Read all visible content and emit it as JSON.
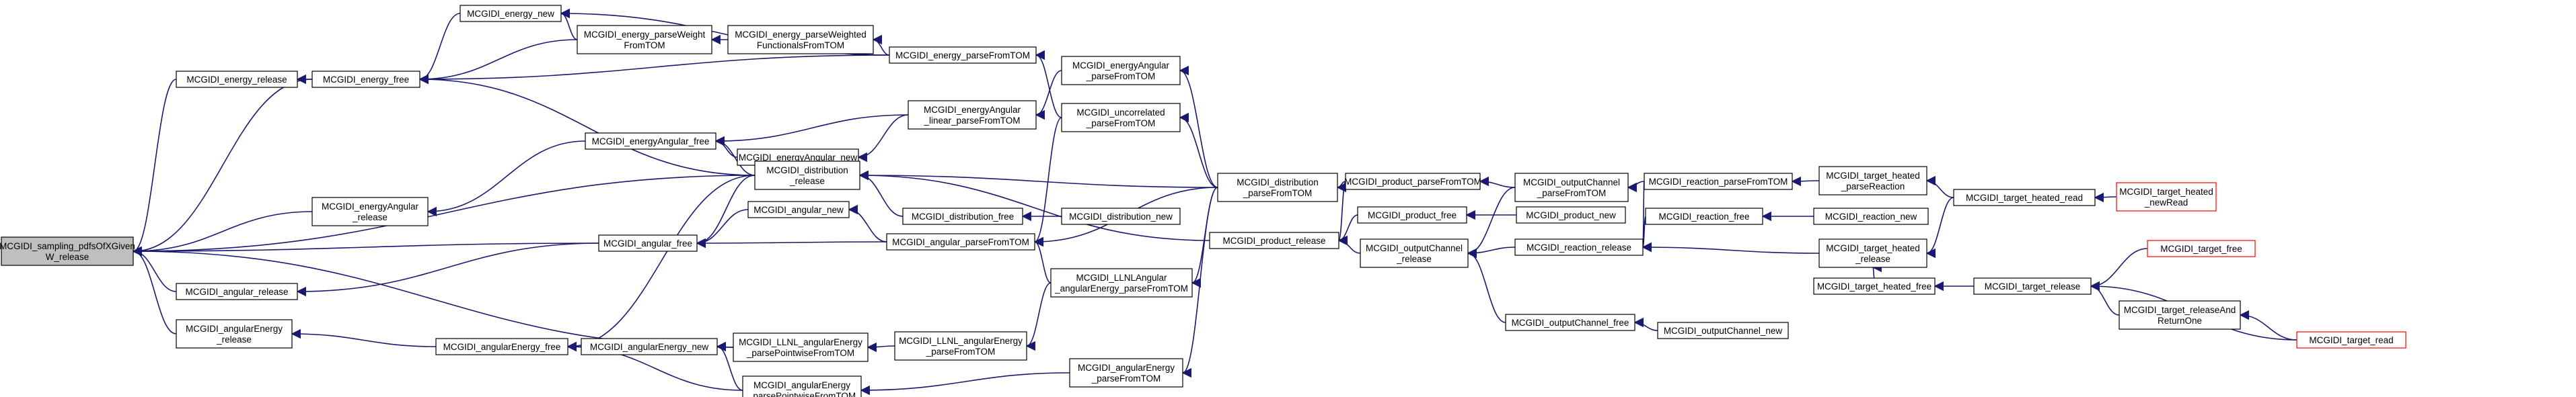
{
  "graph": {
    "colors": {
      "edge": "#191970",
      "node_border": "#000000",
      "node_fill": "#ffffff",
      "root_fill": "#bfbfbf",
      "truncated_border": "#ff0000"
    },
    "nodes": {
      "n_root": {
        "lines": [
          "MCGIDI_sampling_pdfsOfXGiven",
          "W_release"
        ],
        "root": true
      },
      "n_energy_release": {
        "lines": [
          "MCGIDI_energy_release"
        ]
      },
      "n_energyAngular_release": {
        "lines": [
          "MCGIDI_energyAngular",
          "_release"
        ]
      },
      "n_angular_release": {
        "lines": [
          "MCGIDI_angular_release"
        ]
      },
      "n_angularEnergy_release": {
        "lines": [
          "MCGIDI_angularEnergy",
          "_release"
        ]
      },
      "n_energy_new": {
        "lines": [
          "MCGIDI_energy_new"
        ]
      },
      "n_energy_free": {
        "lines": [
          "MCGIDI_energy_free"
        ]
      },
      "n_energy_parseWeightFromTOM": {
        "lines": [
          "MCGIDI_energy_parseWeight",
          "FromTOM"
        ]
      },
      "n_energy_parseWeightedFunctionals": {
        "lines": [
          "MCGIDI_energy_parseWeighted",
          "FunctionalsFromTOM"
        ]
      },
      "n_energy_parseFromTOM": {
        "lines": [
          "MCGIDI_energy_parseFromTOM"
        ]
      },
      "n_energyAngular_free": {
        "lines": [
          "MCGIDI_energyAngular_free"
        ]
      },
      "n_energyAngular_new": {
        "lines": [
          "MCGIDI_energyAngular_new"
        ]
      },
      "n_energyAngular_linear_parse": {
        "lines": [
          "MCGIDI_energyAngular",
          "_linear_parseFromTOM"
        ]
      },
      "n_energyAngular_parseFromTOM": {
        "lines": [
          "MCGIDI_energyAngular",
          "_parseFromTOM"
        ]
      },
      "n_uncorrelated_parseFromTOM": {
        "lines": [
          "MCGIDI_uncorrelated",
          "_parseFromTOM"
        ]
      },
      "n_distribution_release": {
        "lines": [
          "MCGIDI_distribution",
          "_release"
        ]
      },
      "n_distribution_free": {
        "lines": [
          "MCGIDI_distribution_free"
        ]
      },
      "n_distribution_new": {
        "lines": [
          "MCGIDI_distribution_new"
        ]
      },
      "n_distribution_parseFromTOM": {
        "lines": [
          "MCGIDI_distribution",
          "_parseFromTOM"
        ]
      },
      "n_angular_free": {
        "lines": [
          "MCGIDI_angular_free"
        ]
      },
      "n_angular_new": {
        "lines": [
          "MCGIDI_angular_new"
        ]
      },
      "n_angular_parseFromTOM": {
        "lines": [
          "MCGIDI_angular_parseFromTOM"
        ]
      },
      "n_LLNLAngular": {
        "lines": [
          "MCGIDI_LLNLAngular",
          "_angularEnergy_parseFromTOM"
        ]
      },
      "n_product_release": {
        "lines": [
          "MCGIDI_product_release"
        ]
      },
      "n_product_parseFromTOM": {
        "lines": [
          "MCGIDI_product_parseFromTOM"
        ]
      },
      "n_product_free": {
        "lines": [
          "MCGIDI_product_free"
        ]
      },
      "n_product_new": {
        "lines": [
          "MCGIDI_product_new"
        ]
      },
      "n_outputChannel_parseFromTOM": {
        "lines": [
          "MCGIDI_outputChannel",
          "_parseFromTOM"
        ]
      },
      "n_outputChannel_release": {
        "lines": [
          "MCGIDI_outputChannel",
          "_release"
        ]
      },
      "n_outputChannel_free": {
        "lines": [
          "MCGIDI_outputChannel_free"
        ]
      },
      "n_outputChannel_new": {
        "lines": [
          "MCGIDI_outputChannel_new"
        ]
      },
      "n_reaction_parseFromTOM": {
        "lines": [
          "MCGIDI_reaction_parseFromTOM"
        ]
      },
      "n_reaction_release": {
        "lines": [
          "MCGIDI_reaction_release"
        ]
      },
      "n_reaction_free": {
        "lines": [
          "MCGIDI_reaction_free"
        ]
      },
      "n_reaction_new": {
        "lines": [
          "MCGIDI_reaction_new"
        ]
      },
      "n_target_heated_parseReaction": {
        "lines": [
          "MCGIDI_target_heated",
          "_parseReaction"
        ]
      },
      "n_target_heated_release": {
        "lines": [
          "MCGIDI_target_heated",
          "_release"
        ]
      },
      "n_target_heated_free": {
        "lines": [
          "MCGIDI_target_heated_free"
        ]
      },
      "n_target_heated_read": {
        "lines": [
          "MCGIDI_target_heated_read"
        ]
      },
      "n_target_heated_newRead": {
        "lines": [
          "MCGIDI_target_heated",
          "_newRead"
        ],
        "truncated": true
      },
      "n_target_release": {
        "lines": [
          "MCGIDI_target_release"
        ]
      },
      "n_target_free": {
        "lines": [
          "MCGIDI_target_free"
        ],
        "truncated": true
      },
      "n_target_releaseAndReturnOne": {
        "lines": [
          "MCGIDI_target_releaseAnd",
          "ReturnOne"
        ]
      },
      "n_target_read": {
        "lines": [
          "MCGIDI_target_read"
        ],
        "truncated": true
      },
      "n_angularEnergy_free": {
        "lines": [
          "MCGIDI_angularEnergy_free"
        ]
      },
      "n_angularEnergy_new": {
        "lines": [
          "MCGIDI_angularEnergy_new"
        ]
      },
      "n_LLNL_angularEnergy_parsePointwise": {
        "lines": [
          "MCGIDI_LLNL_angularEnergy",
          "_parsePointwiseFromTOM"
        ]
      },
      "n_LLNL_angularEnergy_parseFromTOM": {
        "lines": [
          "MCGIDI_LLNL_angularEnergy",
          "_parseFromTOM"
        ]
      },
      "n_angularEnergy_parsePointwise": {
        "lines": [
          "MCGIDI_angularEnergy",
          "_parsePointwiseFromTOM"
        ]
      },
      "n_angularEnergy_parseFromTOM": {
        "lines": [
          "MCGIDI_angularEnergy",
          "_parseFromTOM"
        ]
      }
    },
    "edges": [
      [
        "n_energy_release",
        "n_root"
      ],
      [
        "n_energyAngular_release",
        "n_root"
      ],
      [
        "n_angular_release",
        "n_root"
      ],
      [
        "n_angularEnergy_release",
        "n_root"
      ],
      [
        "n_energy_free",
        "n_root"
      ],
      [
        "n_angular_free",
        "n_root"
      ],
      [
        "n_LLNL_angularEnergy_parsePointwise",
        "n_root"
      ],
      [
        "n_distribution_release",
        "n_root"
      ],
      [
        "n_energy_free",
        "n_energy_release"
      ],
      [
        "n_energy_new",
        "n_energy_free"
      ],
      [
        "n_energy_parseWeightFromTOM",
        "n_energy_free"
      ],
      [
        "n_energy_parseFromTOM",
        "n_energy_free"
      ],
      [
        "n_distribution_release",
        "n_energy_free"
      ],
      [
        "n_energy_parseWeightFromTOM",
        "n_energy_new"
      ],
      [
        "n_energy_parseFromTOM",
        "n_energy_new"
      ],
      [
        "n_energy_parseWeightedFunctionals",
        "n_energy_parseWeightFromTOM"
      ],
      [
        "n_energy_parseFromTOM",
        "n_energy_parseWeightedFunctionals"
      ],
      [
        "n_uncorrelated_parseFromTOM",
        "n_energy_parseFromTOM"
      ],
      [
        "n_energyAngular_free",
        "n_energyAngular_release"
      ],
      [
        "n_energyAngular_new",
        "n_energyAngular_free"
      ],
      [
        "n_energyAngular_linear_parse",
        "n_energyAngular_free"
      ],
      [
        "n_distribution_release",
        "n_energyAngular_free"
      ],
      [
        "n_energyAngular_linear_parse",
        "n_energyAngular_new"
      ],
      [
        "n_energyAngular_parseFromTOM",
        "n_energyAngular_linear_parse"
      ],
      [
        "n_distribution_parseFromTOM",
        "n_energyAngular_parseFromTOM"
      ],
      [
        "n_distribution_parseFromTOM",
        "n_uncorrelated_parseFromTOM"
      ],
      [
        "n_distribution_free",
        "n_distribution_release"
      ],
      [
        "n_distribution_parseFromTOM",
        "n_distribution_release"
      ],
      [
        "n_product_release",
        "n_distribution_release"
      ],
      [
        "n_distribution_new",
        "n_distribution_free"
      ],
      [
        "n_product_parseFromTOM",
        "n_distribution_parseFromTOM"
      ],
      [
        "n_angular_free",
        "n_angular_release"
      ],
      [
        "n_angular_new",
        "n_angular_free"
      ],
      [
        "n_angular_parseFromTOM",
        "n_angular_free"
      ],
      [
        "n_distribution_release",
        "n_angular_free"
      ],
      [
        "n_angular_parseFromTOM",
        "n_angular_new"
      ],
      [
        "n_LLNLAngular",
        "n_angular_parseFromTOM"
      ],
      [
        "n_distribution_parseFromTOM",
        "n_angular_parseFromTOM"
      ],
      [
        "n_uncorrelated_parseFromTOM",
        "n_angular_parseFromTOM"
      ],
      [
        "n_distribution_parseFromTOM",
        "n_LLNLAngular"
      ],
      [
        "n_outputChannel_release",
        "n_product_release"
      ],
      [
        "n_product_parseFromTOM",
        "n_product_release"
      ],
      [
        "n_product_free",
        "n_product_release"
      ],
      [
        "n_outputChannel_parseFromTOM",
        "n_product_parseFromTOM"
      ],
      [
        "n_product_new",
        "n_product_free"
      ],
      [
        "n_reaction_parseFromTOM",
        "n_outputChannel_parseFromTOM"
      ],
      [
        "n_outputChannel_parseFromTOM",
        "n_outputChannel_release"
      ],
      [
        "n_reaction_release",
        "n_outputChannel_release"
      ],
      [
        "n_outputChannel_free",
        "n_outputChannel_release"
      ],
      [
        "n_outputChannel_new",
        "n_outputChannel_free"
      ],
      [
        "n_target_heated_parseReaction",
        "n_reaction_parseFromTOM"
      ],
      [
        "n_reaction_parseFromTOM",
        "n_reaction_release"
      ],
      [
        "n_reaction_free",
        "n_reaction_release"
      ],
      [
        "n_target_heated_release",
        "n_reaction_release"
      ],
      [
        "n_reaction_new",
        "n_reaction_free"
      ],
      [
        "n_target_heated_read",
        "n_target_heated_parseReaction"
      ],
      [
        "n_target_heated_read",
        "n_target_heated_release"
      ],
      [
        "n_target_heated_free",
        "n_target_heated_release"
      ],
      [
        "n_target_release",
        "n_target_heated_free"
      ],
      [
        "n_target_heated_newRead",
        "n_target_heated_read"
      ],
      [
        "n_target_free",
        "n_target_release"
      ],
      [
        "n_target_releaseAndReturnOne",
        "n_target_release"
      ],
      [
        "n_target_read",
        "n_target_release"
      ],
      [
        "n_target_read",
        "n_target_releaseAndReturnOne"
      ],
      [
        "n_angularEnergy_free",
        "n_angularEnergy_release"
      ],
      [
        "n_angularEnergy_new",
        "n_angularEnergy_free"
      ],
      [
        "n_angularEnergy_parsePointwise",
        "n_angularEnergy_free"
      ],
      [
        "n_distribution_release",
        "n_angularEnergy_free"
      ],
      [
        "n_LLNL_angularEnergy_parsePointwise",
        "n_angularEnergy_new"
      ],
      [
        "n_angularEnergy_parsePointwise",
        "n_angularEnergy_new"
      ],
      [
        "n_LLNL_angularEnergy_parseFromTOM",
        "n_LLNL_angularEnergy_parsePointwise"
      ],
      [
        "n_LLNLAngular",
        "n_LLNL_angularEnergy_parseFromTOM"
      ],
      [
        "n_angularEnergy_parseFromTOM",
        "n_angularEnergy_parsePointwise"
      ],
      [
        "n_distribution_parseFromTOM",
        "n_angularEnergy_parseFromTOM"
      ]
    ]
  }
}
